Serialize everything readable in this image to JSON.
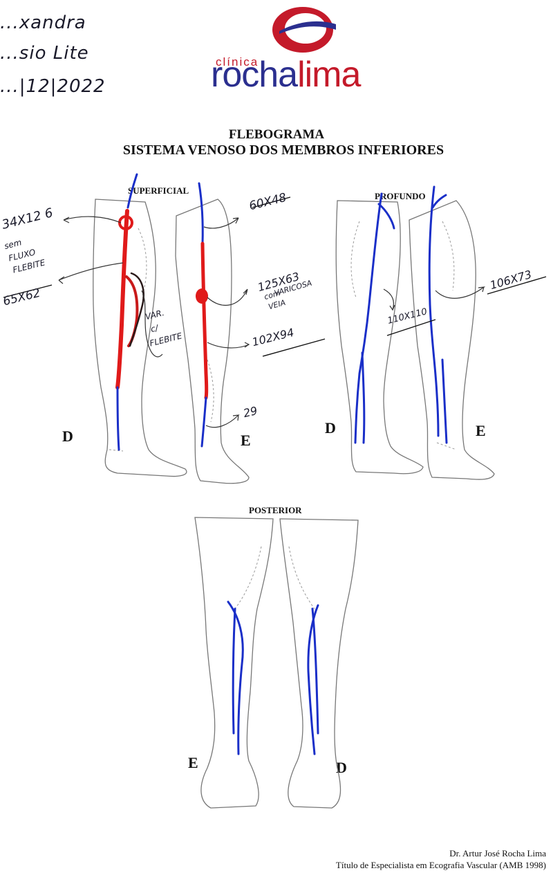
{
  "patient": {
    "name": "...xandra",
    "surname": "...sio Lite",
    "date": "...|12|2022"
  },
  "logo": {
    "clinica": "clínica",
    "rocha": "rocha",
    "lima": "lima"
  },
  "title": {
    "line1": "FLEBOGRAMA",
    "line2": "SISTEMA VENOSO DOS MEMBROS INFERIORES"
  },
  "sections": {
    "superficial": "SUPERFICIAL",
    "profundo": "PROFUNDO",
    "posterior": "POSTERIOR"
  },
  "sides": {
    "superficial_left": "D",
    "superficial_right": "E",
    "profundo_left": "D",
    "profundo_right": "E",
    "posterior_left": "E",
    "posterior_right": "D"
  },
  "annotations": {
    "a1": "34X12 6",
    "a2_l1": "sem",
    "a2_l2": "FLUXO",
    "a2_l3": "FLEBITE",
    "a3": "65X62",
    "a4_l1": "VAR.",
    "a4_l2": "c/",
    "a4_l3": "FLEBITE",
    "a5": "60X48",
    "a6_l1": "125X63",
    "a6_l2": "com",
    "a6_l3": "VEIA",
    "a6_l4": "VARICOSA",
    "a7": "102X94",
    "a8": "29",
    "a9": "110X110",
    "a10": "106X73"
  },
  "footer": {
    "doctor": "Dr. Artur José Rocha Lima",
    "specialty": "Título de Especialista em Ecografia Vascular (AMB 1998)"
  },
  "colors": {
    "vein_blue": "#1a2fc8",
    "vein_red": "#e01a1a",
    "outline": "#777777",
    "logo_blue": "#2b2f8f",
    "logo_red": "#c41a2a"
  }
}
